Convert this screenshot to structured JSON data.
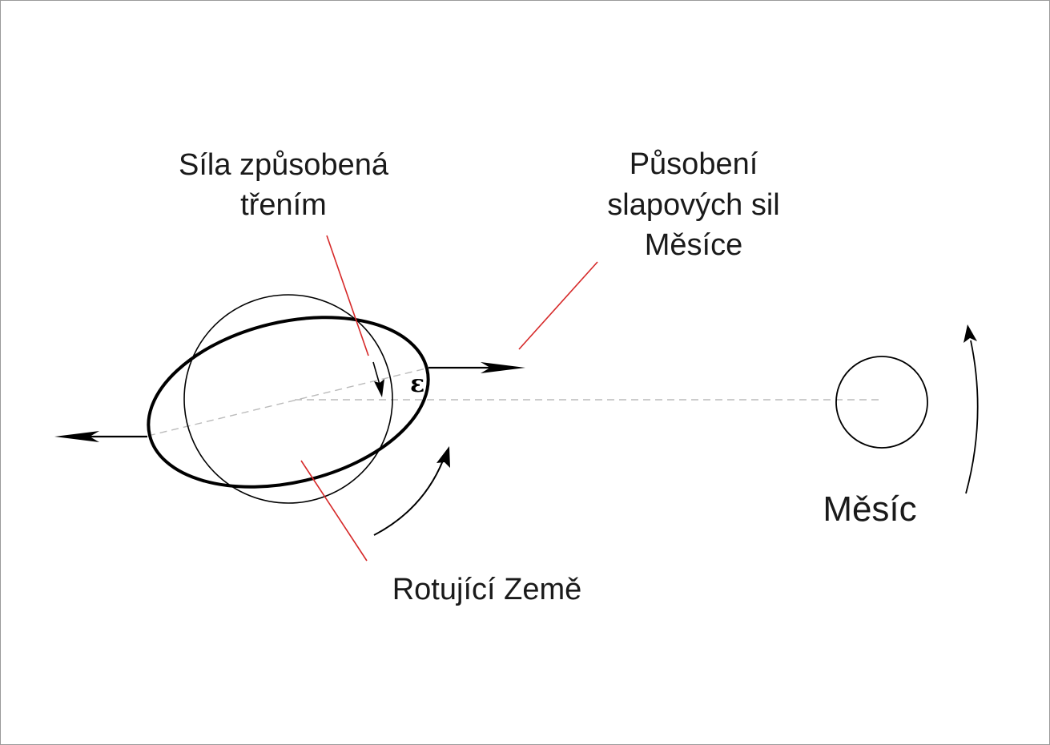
{
  "labels": {
    "friction_force": [
      "Síla způsobená",
      "třením"
    ],
    "tidal_action": [
      "Působení",
      "slapových sil",
      "Měsíce"
    ],
    "rotating_earth": "Rotující Země",
    "moon": "Měsíc",
    "angle": "ε"
  },
  "colors": {
    "leader_line": "#d62828",
    "stroke": "#000000",
    "dashed_axis": "#bbbbbb"
  }
}
